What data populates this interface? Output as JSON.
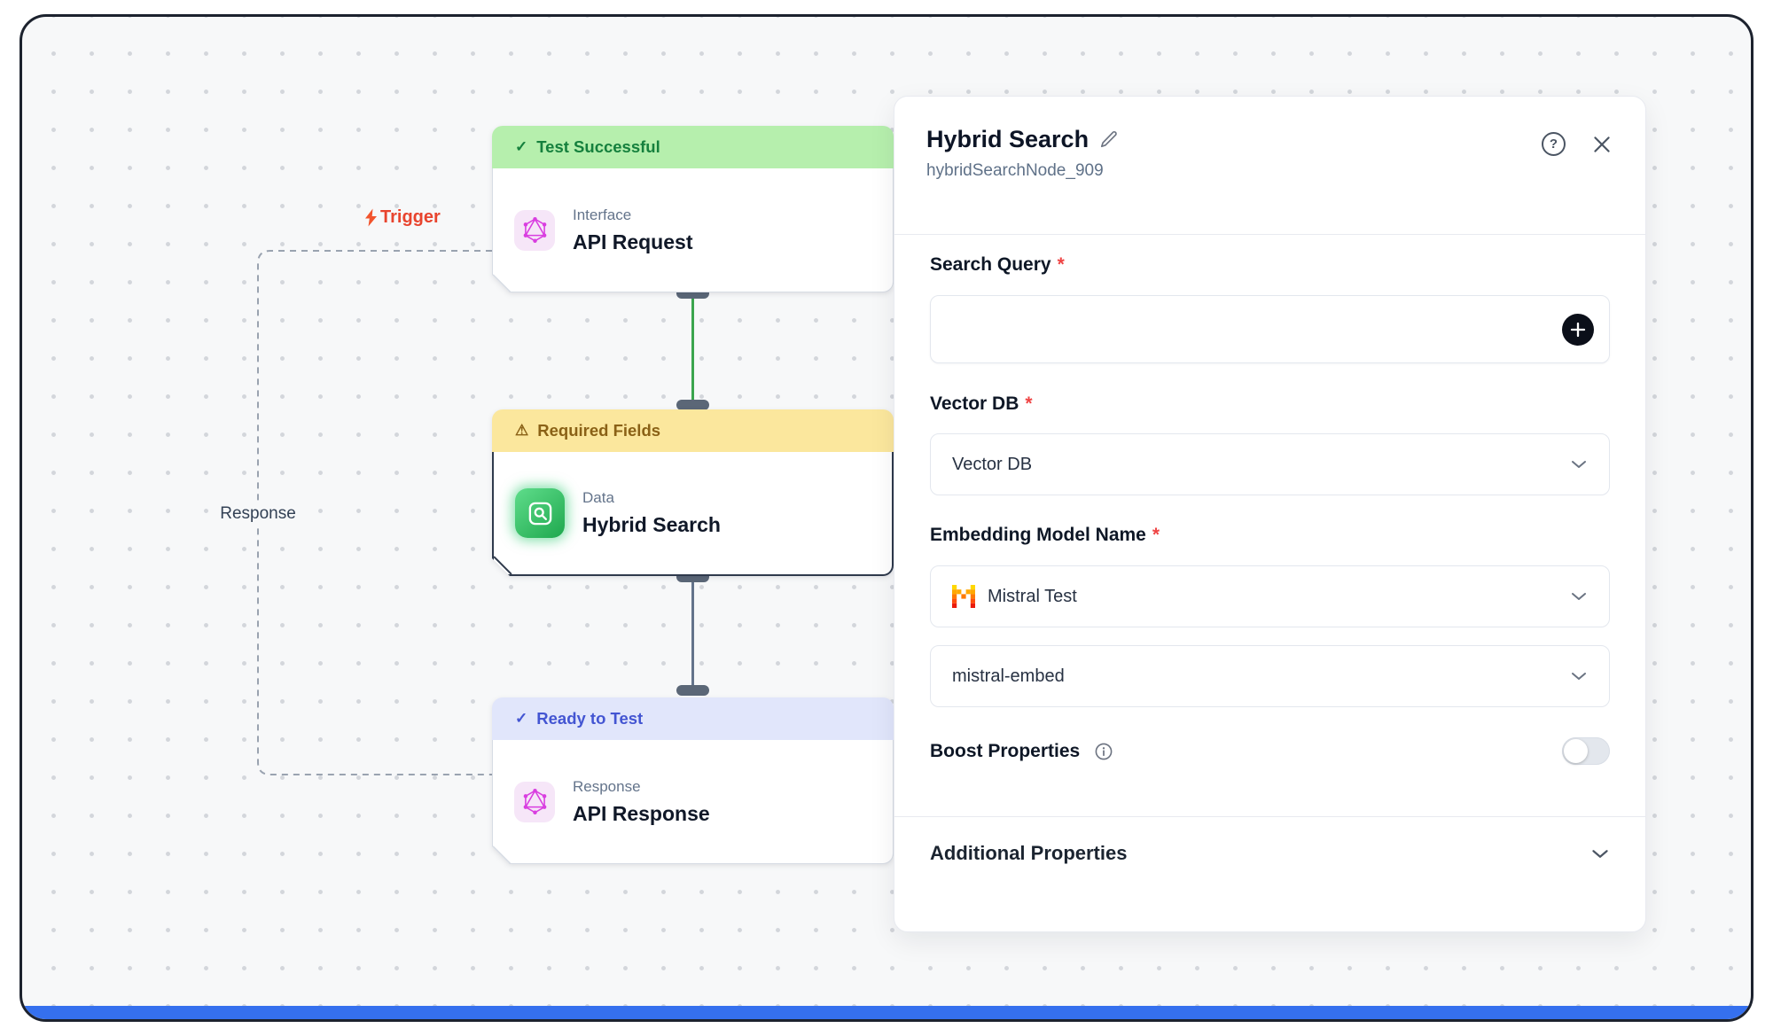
{
  "canvas": {
    "trigger_label": "Trigger",
    "loop_label": "Response",
    "nodes": [
      {
        "status_icon": "✓",
        "status": "Test Successful",
        "category": "Interface",
        "title": "API Request"
      },
      {
        "status_icon": "⚠",
        "status": "Required Fields",
        "category": "Data",
        "title": "Hybrid Search"
      },
      {
        "status_icon": "✓",
        "status": "Ready to Test",
        "category": "Response",
        "title": "API Response"
      }
    ]
  },
  "panel": {
    "title": "Hybrid Search",
    "node_id": "hybridSearchNode_909",
    "help_symbol": "?",
    "required_marker": "*",
    "fields": {
      "search_query": {
        "label": "Search Query",
        "value": ""
      },
      "vector_db": {
        "label": "Vector DB",
        "value": "Vector DB"
      },
      "embedding_model": {
        "label": "Embedding Model Name",
        "provider": "Mistral Test",
        "model": "mistral-embed"
      },
      "boost_properties": {
        "label": "Boost Properties",
        "enabled": false
      }
    },
    "additional_properties_label": "Additional Properties"
  },
  "colors": {
    "edge_green": "#3ba54e",
    "edge_slate": "#64748b",
    "status_success_bg": "#b6efad",
    "status_warning_bg": "#fbe79d",
    "status_ready_bg": "#e1e6fb",
    "trigger_red": "#e8442e",
    "bottom_bar_blue": "#3570ee",
    "canvas_bg": "#f7f8f9"
  }
}
